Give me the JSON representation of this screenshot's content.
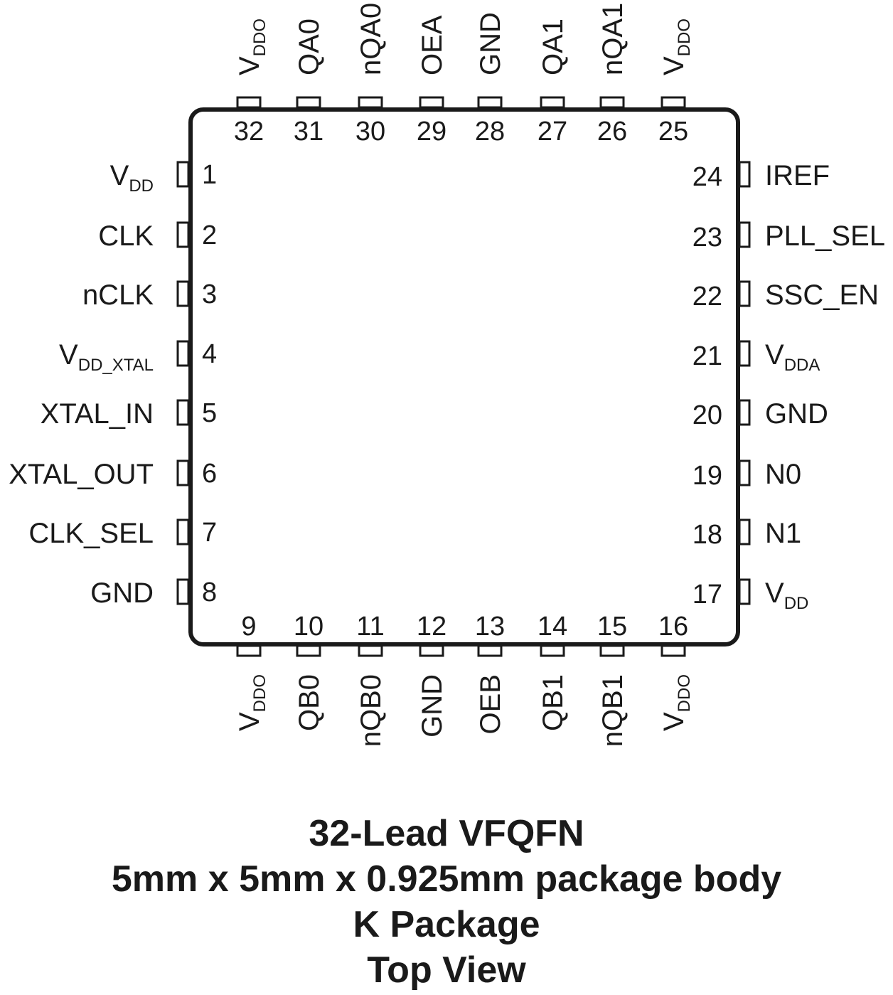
{
  "package": {
    "title": "32-Lead VFQFN",
    "body_size": "5mm x 5mm x 0.925mm package body",
    "package_name": "K Package",
    "view": "Top View"
  },
  "pins": {
    "left": [
      {
        "num": "1",
        "name": "V",
        "sub": "DD"
      },
      {
        "num": "2",
        "name": "CLK",
        "sub": ""
      },
      {
        "num": "3",
        "name": "nCLK",
        "sub": ""
      },
      {
        "num": "4",
        "name": "V",
        "sub": "DD_XTAL"
      },
      {
        "num": "5",
        "name": "XTAL_IN",
        "sub": ""
      },
      {
        "num": "6",
        "name": "XTAL_OUT",
        "sub": ""
      },
      {
        "num": "7",
        "name": "CLK_SEL",
        "sub": ""
      },
      {
        "num": "8",
        "name": "GND",
        "sub": ""
      }
    ],
    "bottom": [
      {
        "num": "9",
        "name": "V",
        "sub": "DDO"
      },
      {
        "num": "10",
        "name": "QB0",
        "sub": ""
      },
      {
        "num": "11",
        "name": "nQB0",
        "sub": ""
      },
      {
        "num": "12",
        "name": "GND",
        "sub": ""
      },
      {
        "num": "13",
        "name": "OEB",
        "sub": ""
      },
      {
        "num": "14",
        "name": "QB1",
        "sub": ""
      },
      {
        "num": "15",
        "name": "nQB1",
        "sub": ""
      },
      {
        "num": "16",
        "name": "V",
        "sub": "DDO"
      }
    ],
    "right": [
      {
        "num": "17",
        "name": "V",
        "sub": "DD"
      },
      {
        "num": "18",
        "name": "N1",
        "sub": ""
      },
      {
        "num": "19",
        "name": "N0",
        "sub": ""
      },
      {
        "num": "20",
        "name": "GND",
        "sub": ""
      },
      {
        "num": "21",
        "name": "V",
        "sub": "DDA"
      },
      {
        "num": "22",
        "name": "SSC_EN",
        "sub": ""
      },
      {
        "num": "23",
        "name": "PLL_SEL",
        "sub": ""
      },
      {
        "num": "24",
        "name": "IREF",
        "sub": ""
      }
    ],
    "top": [
      {
        "num": "25",
        "name": "V",
        "sub": "DDO"
      },
      {
        "num": "26",
        "name": "nQA1",
        "sub": ""
      },
      {
        "num": "27",
        "name": "QA1",
        "sub": ""
      },
      {
        "num": "28",
        "name": "GND",
        "sub": ""
      },
      {
        "num": "29",
        "name": "OEA",
        "sub": ""
      },
      {
        "num": "30",
        "name": "nQA0",
        "sub": ""
      },
      {
        "num": "31",
        "name": "QA0",
        "sub": ""
      },
      {
        "num": "32",
        "name": "V",
        "sub": "DDO"
      }
    ]
  }
}
